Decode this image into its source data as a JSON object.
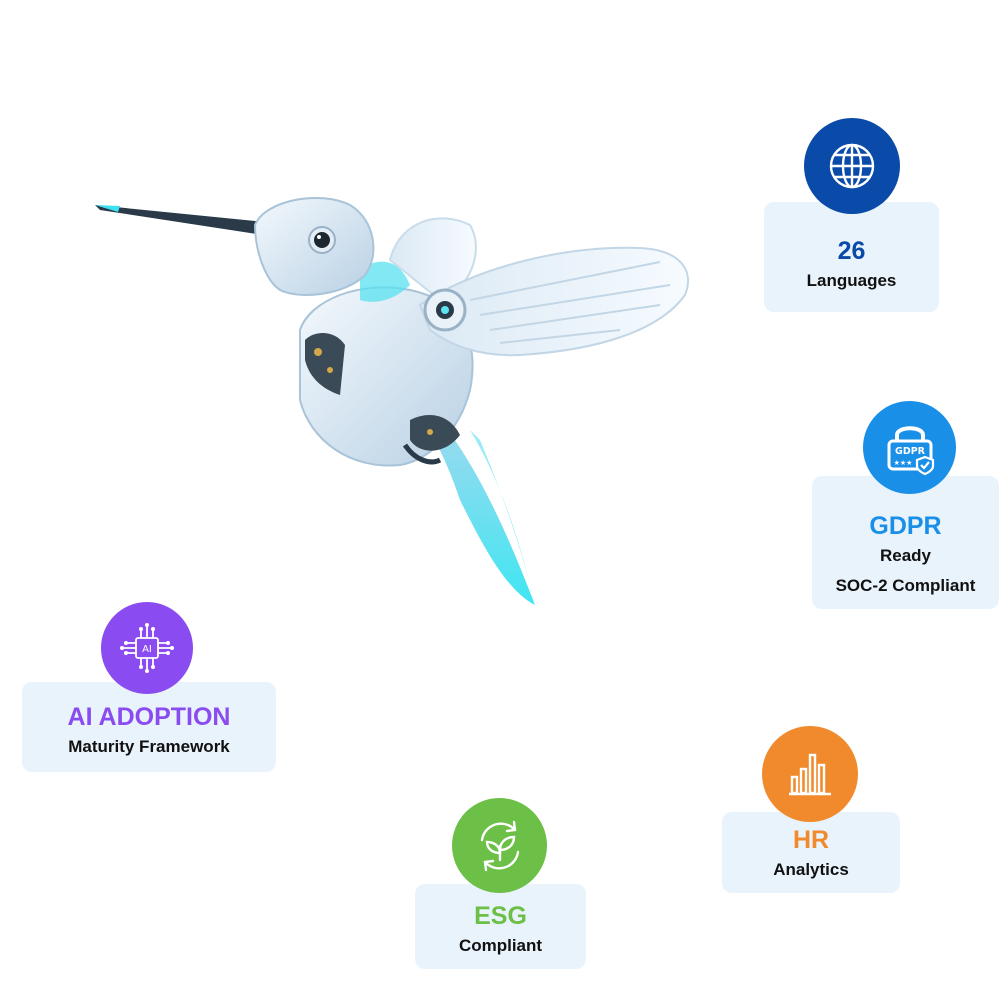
{
  "hero": {
    "image": "robotic-hummingbird"
  },
  "features": {
    "languages": {
      "value": "26",
      "label": "Languages",
      "icon": "globe-icon",
      "color": "#0a4aa8"
    },
    "gdpr": {
      "title": "GDPR",
      "line1": "Ready",
      "line2": "SOC-2 Compliant",
      "badge_text": "GDPR",
      "icon": "gdpr-lock-icon",
      "color": "#1a8fe8"
    },
    "ai": {
      "title": "AI ADOPTION",
      "subtitle": "Maturity Framework",
      "chip_text": "AI",
      "icon": "ai-chip-icon",
      "color": "#8a4cf0"
    },
    "hr": {
      "title": "HR",
      "subtitle": "Analytics",
      "icon": "bar-chart-icon",
      "color": "#f08a2c"
    },
    "esg": {
      "title": "ESG",
      "subtitle": "Compliant",
      "icon": "leaf-recycle-icon",
      "color": "#6cbf47"
    }
  },
  "colors": {
    "card_bg": "#e9f3fc",
    "text": "#111111"
  }
}
